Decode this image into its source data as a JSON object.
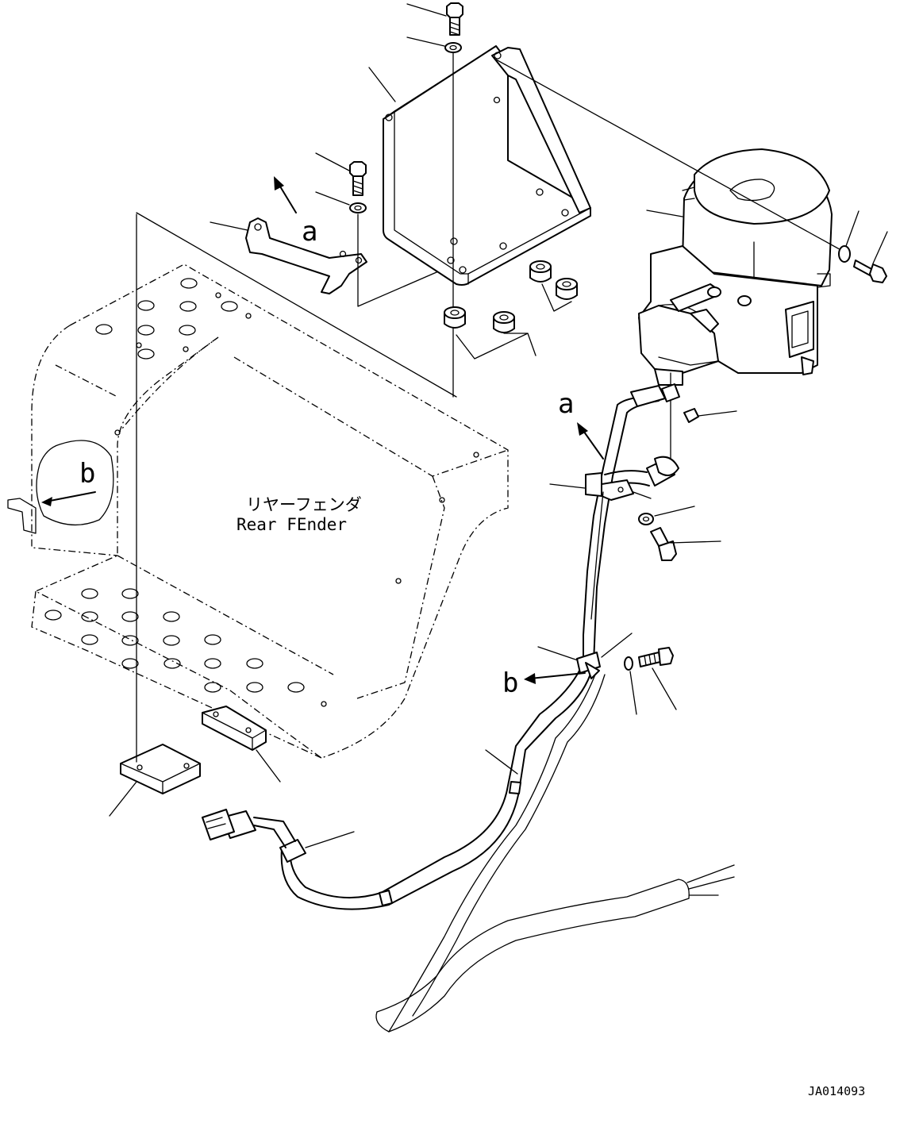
{
  "fender_label": {
    "japanese": "リヤーフェンダ",
    "english": "Rear FEnder"
  },
  "view_refs": {
    "a": "a",
    "b": "b"
  },
  "drawing_number": "JA014093"
}
